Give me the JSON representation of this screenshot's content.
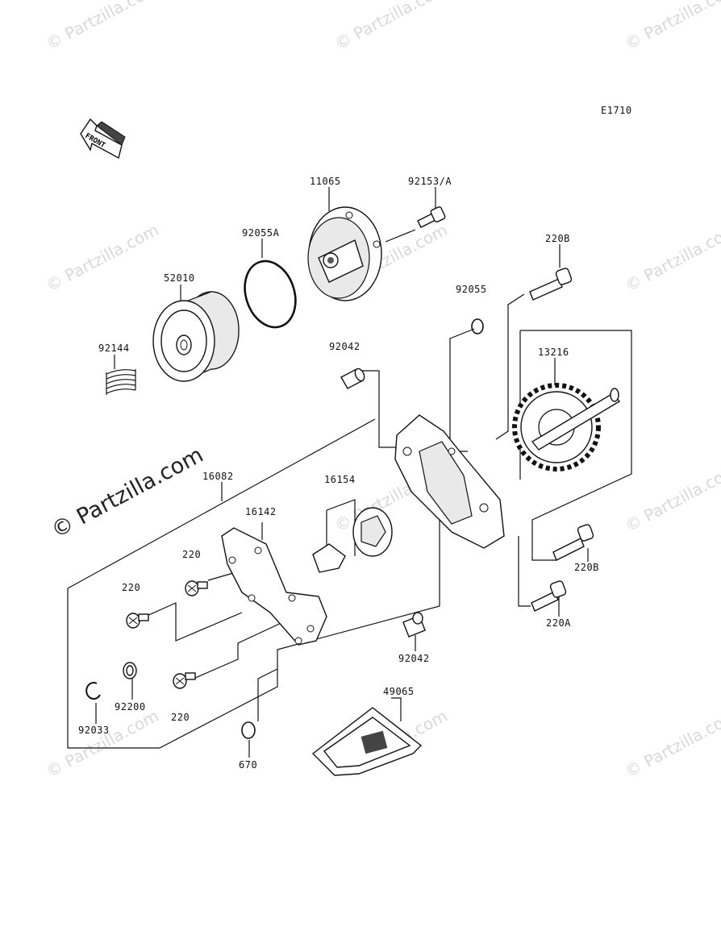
{
  "diagram_code": "E1710",
  "front_label": "FRONT",
  "watermark_text": "© Partzilla.com",
  "watermark_color": "#d9d9d9",
  "line_color": "#111111",
  "part_labels": {
    "p11065": "11065",
    "p92153a": "92153/A",
    "p92055a": "92055A",
    "p52010": "52010",
    "p92144": "92144",
    "p220b_top": "220B",
    "p92055": "92055",
    "p92042_top": "92042",
    "p13216": "13216",
    "p16082": "16082",
    "p16154": "16154",
    "p16142": "16142",
    "p220_a": "220",
    "p220_b": "220",
    "p220_c": "220",
    "p220b_mid": "220B",
    "p220a": "220A",
    "p92042_bot": "92042",
    "p49065": "49065",
    "p92200": "92200",
    "p92033": "92033",
    "p670": "670"
  }
}
